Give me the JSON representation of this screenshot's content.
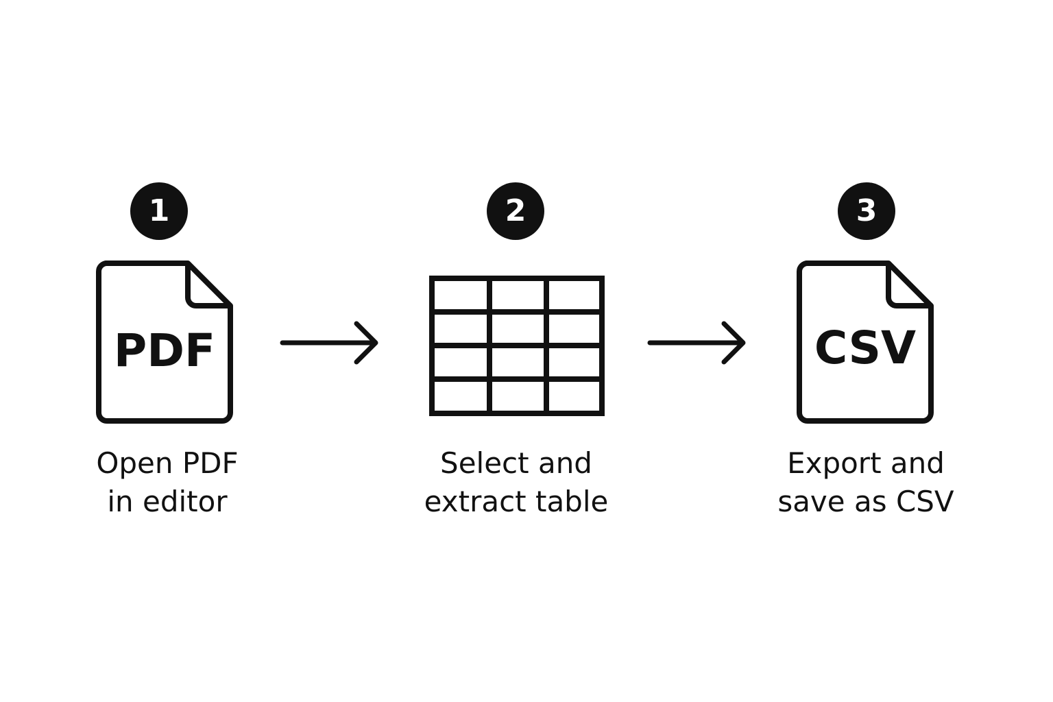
{
  "steps": [
    {
      "number": "1",
      "icon": "pdf-file-icon",
      "icon_label": "PDF",
      "caption_line1": "Open PDF",
      "caption_line2": "in editor"
    },
    {
      "number": "2",
      "icon": "table-grid-icon",
      "caption_line1": "Select and",
      "caption_line2": "extract table"
    },
    {
      "number": "3",
      "icon": "csv-file-icon",
      "icon_label": "CSV",
      "caption_line1": "Export and",
      "caption_line2": "save as CSV"
    }
  ],
  "connectors": [
    "arrow-right-icon",
    "arrow-right-icon"
  ],
  "colors": {
    "ink": "#111111",
    "background": "#ffffff",
    "badge_text": "#ffffff"
  }
}
